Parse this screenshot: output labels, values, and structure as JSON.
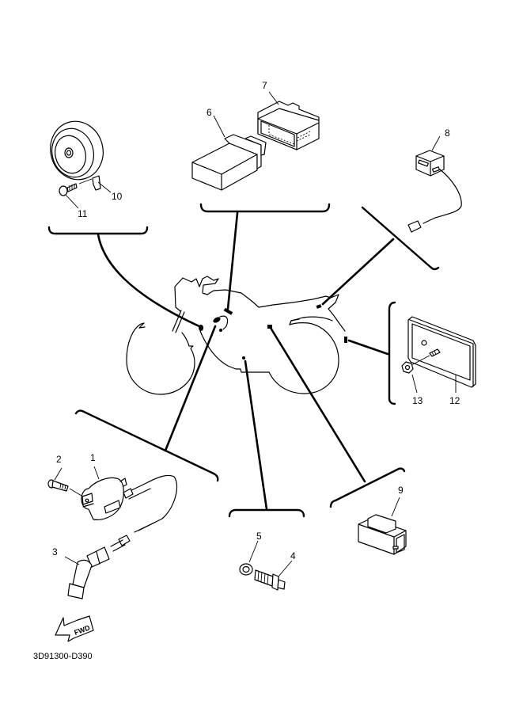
{
  "diagram": {
    "title": "Electrical parts exploded view",
    "drawing_code": "3D91300-D390",
    "direction_label": "FWD",
    "colors": {
      "ink": "#000000",
      "paper": "#ffffff"
    },
    "callouts": [
      {
        "number": "1",
        "part": "ignition coil"
      },
      {
        "number": "2",
        "part": "bolt"
      },
      {
        "number": "3",
        "part": "spark plug cap"
      },
      {
        "number": "4",
        "part": "neutral switch"
      },
      {
        "number": "5",
        "part": "gasket"
      },
      {
        "number": "6",
        "part": "CDI unit"
      },
      {
        "number": "7",
        "part": "rubber cover"
      },
      {
        "number": "8",
        "part": "relay"
      },
      {
        "number": "9",
        "part": "flasher relay"
      },
      {
        "number": "10",
        "part": "horn"
      },
      {
        "number": "11",
        "part": "bolt"
      },
      {
        "number": "12",
        "part": "reflector"
      },
      {
        "number": "13",
        "part": "nut"
      }
    ]
  }
}
